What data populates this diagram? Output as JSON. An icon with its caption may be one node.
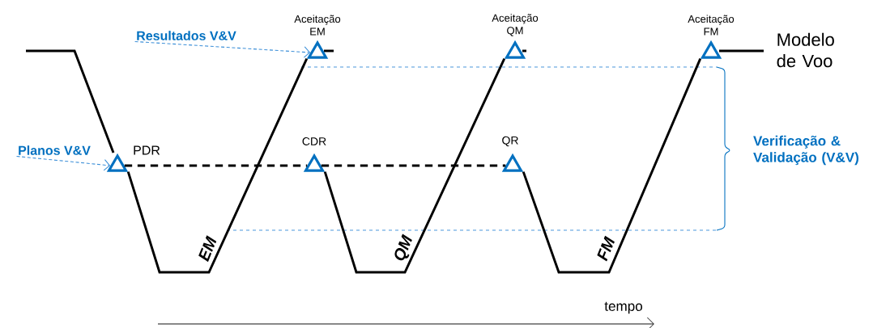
{
  "diagram": {
    "nodes": [
      {
        "text": [
          "Resultados V&V"
        ]
      },
      {
        "text": [
          "Aceitação EM"
        ]
      },
      {
        "text": [
          "Aceitação QM"
        ]
      },
      {
        "text": [
          "Aceitação FM"
        ]
      },
      {
        "text": [
          "Planos V&V"
        ]
      },
      {
        "text": [
          "PDR"
        ]
      },
      {
        "text": [
          "CDR"
        ]
      },
      {
        "text": [
          "QR"
        ]
      }
    ],
    "edges": [
      {
        "from": 0,
        "to": 1,
        "arrow": "to",
        "style": "dashed",
        "color": "#3c8fd8"
      },
      {
        "from": 4,
        "to": 5,
        "arrow": "to",
        "style": "dashed",
        "color": "#3c8fd8"
      },
      {
        "from": 5,
        "to": 6,
        "arrow": "none",
        "style": "dashed"
      },
      {
        "from": 6,
        "to": 7,
        "arrow": "none",
        "style": "dashed"
      },
      {
        "from": 5,
        "to": 1,
        "arrow": "none"
      },
      {
        "from": 6,
        "to": 2,
        "arrow": "none"
      },
      {
        "from": 7,
        "to": 3,
        "arrow": "none"
      }
    ],
    "labels": [
      "Modelo de Voo",
      "EM",
      "QM",
      "FM",
      "Verificação & Validação (V&V)",
      "tempo"
    ]
  }
}
